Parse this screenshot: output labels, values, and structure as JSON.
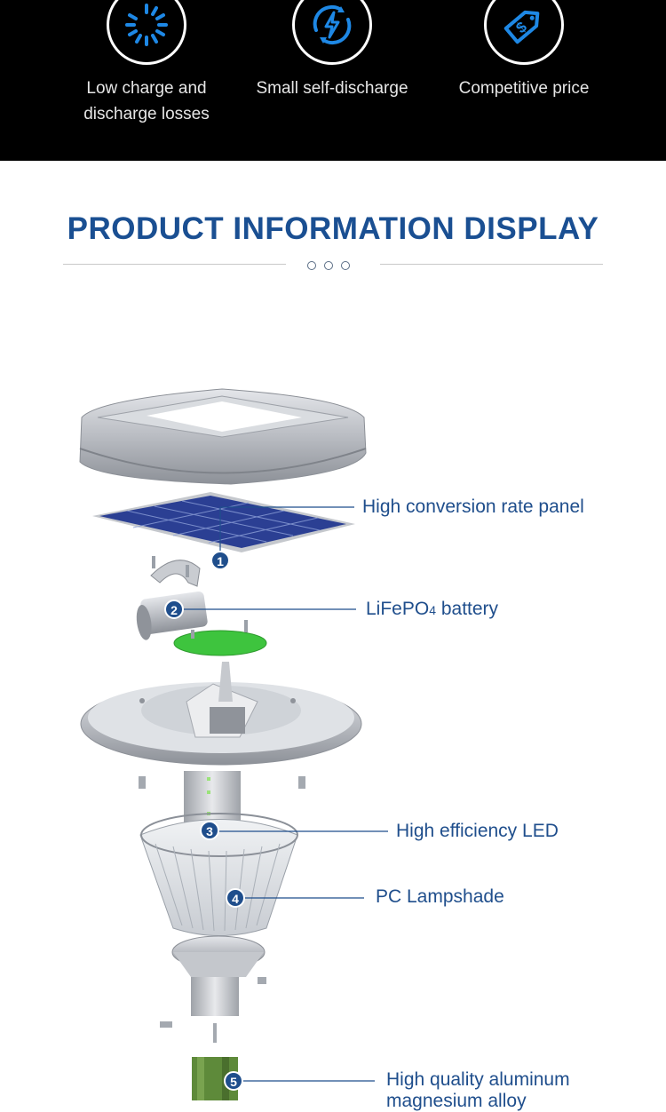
{
  "features": [
    {
      "icon": "spinner-icon",
      "label_line1": "Low charge and",
      "label_line2": "discharge losses"
    },
    {
      "icon": "lightning-cycle-icon",
      "label_line1": "Small self-discharge",
      "label_line2": ""
    },
    {
      "icon": "price-tag-icon",
      "label_line1": "Competitive price",
      "label_line2": ""
    }
  ],
  "section_title": "PRODUCT INFORMATION DISPLAY",
  "callouts": [
    {
      "number": "1",
      "text": "High conversion rate panel"
    },
    {
      "number": "2",
      "text_main": "LiFePO",
      "text_sub": "4",
      "text_after": " battery"
    },
    {
      "number": "3",
      "text": "High efficiency LED"
    },
    {
      "number": "4",
      "text": "PC Lampshade"
    },
    {
      "number": "5",
      "text_line1": "High quality aluminum",
      "text_line2": "magnesium alloy"
    }
  ],
  "colors": {
    "accent": "#1a4f92",
    "badge": "#1f4e8c",
    "icon_blue": "#1e88e5",
    "panel": "#2b3f93",
    "pcb": "#3ec43e",
    "post": "#5e8a3a"
  }
}
